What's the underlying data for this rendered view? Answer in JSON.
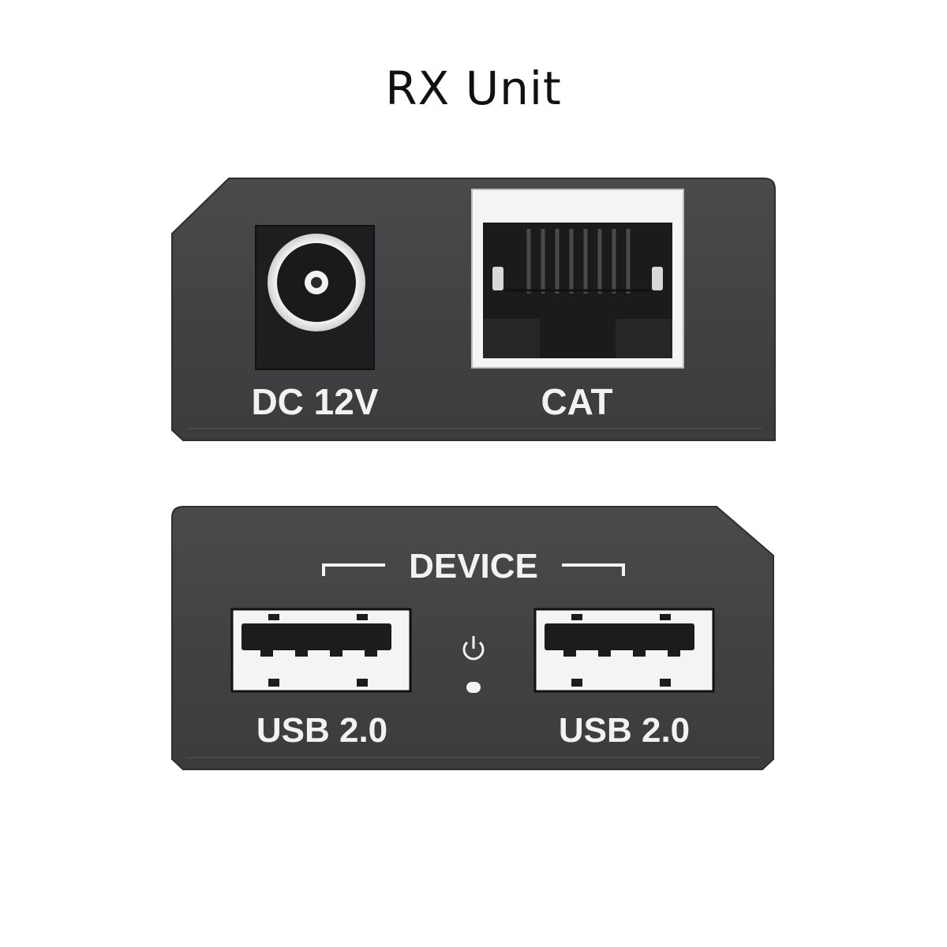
{
  "title": "RX Unit",
  "top_panel": {
    "power_label": "DC 12V",
    "network_label": "CAT"
  },
  "bottom_panel": {
    "group_label": "DEVICE",
    "usb_left_label": "USB 2.0",
    "usb_right_label": "USB 2.0"
  }
}
